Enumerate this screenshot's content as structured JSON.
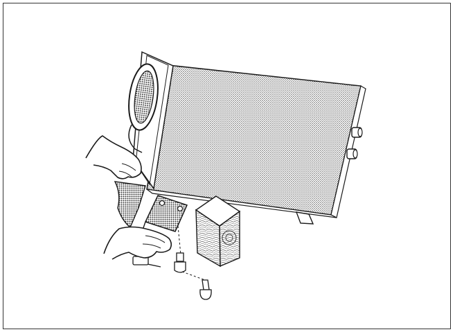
{
  "figure": {
    "ink_color": "#1a1a1a",
    "paper_color": "#ffffff",
    "screen_color": "#8a8a8a",
    "components": [
      "appliance-cabinet",
      "front-door-frame",
      "side-knobs",
      "support-foot",
      "hand-upper",
      "hand-lower",
      "bracket-plate",
      "wooden-block",
      "bolt-upper",
      "bolt-lower"
    ]
  }
}
